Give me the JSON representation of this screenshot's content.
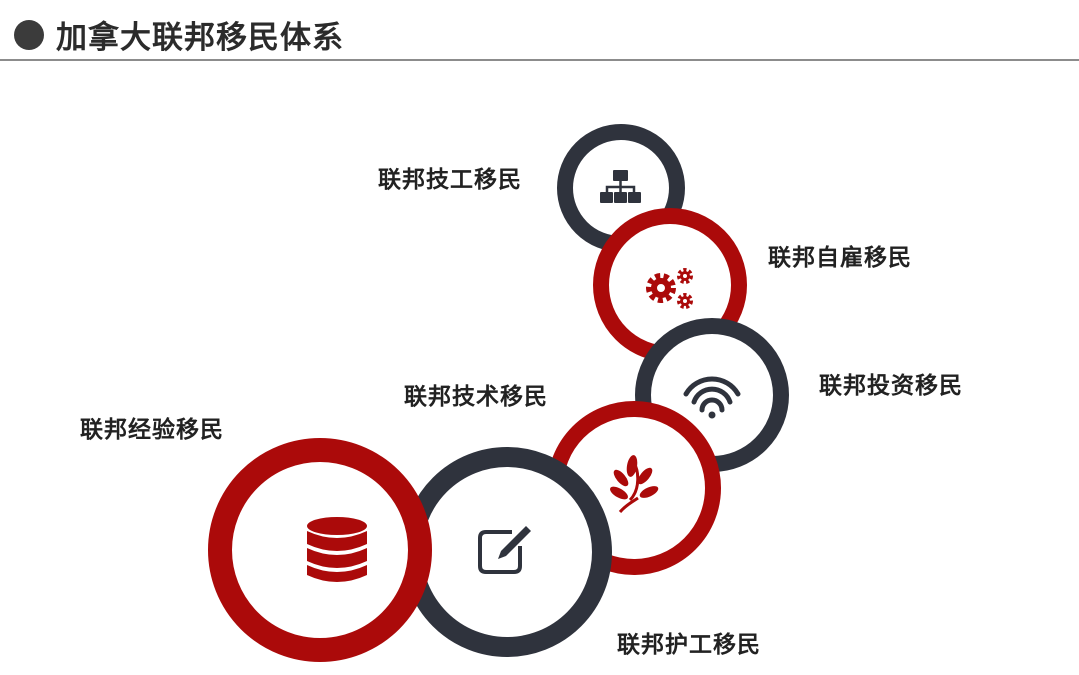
{
  "header": {
    "title": "加拿大联邦移民体系"
  },
  "colors": {
    "dark": "#2f333d",
    "red": "#ab0a0a"
  },
  "programs": [
    {
      "label": "联邦技工移民",
      "icon": "org-chart-icon"
    },
    {
      "label": "联邦自雇移民",
      "icon": "gears-icon"
    },
    {
      "label": "联邦投资移民",
      "icon": "wifi-icon"
    },
    {
      "label": "联邦技术移民",
      "icon": "leaf-branch-icon"
    },
    {
      "label": "联邦经验移民",
      "icon": "database-icon"
    },
    {
      "label": "联邦护工移民",
      "icon": "edit-pencil-icon"
    }
  ]
}
